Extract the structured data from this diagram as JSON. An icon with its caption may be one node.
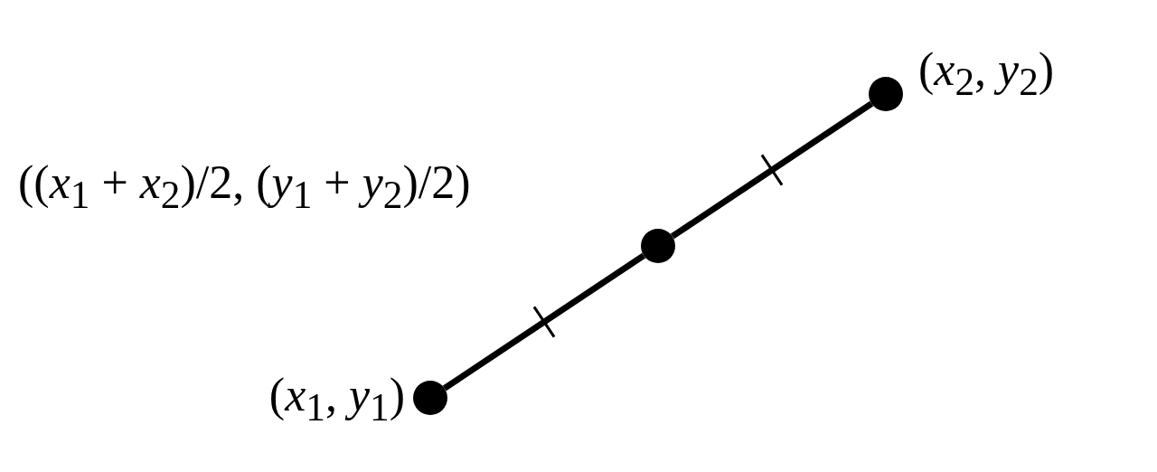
{
  "diagram": {
    "nodes": [
      {
        "text": [],
        "shape": "circle",
        "beside": [
          "(*x*$_{1}$, *y*$_{1}$)"
        ]
      },
      {
        "text": [],
        "shape": "circle",
        "beside": [
          "((*x*$_{1}$ + *x*$_{2}$)/2, (*y*$_{1}$ + *y*$_{2}$)/2)"
        ]
      },
      {
        "text": [],
        "shape": "circle",
        "beside": [
          "(*x*$_{2}$, *y*$_{2}$)"
        ]
      }
    ],
    "edges": [
      {
        "from": 0,
        "to": 1,
        "arrow": "none"
      },
      {
        "from": 1,
        "to": 2,
        "arrow": "none"
      }
    ]
  }
}
